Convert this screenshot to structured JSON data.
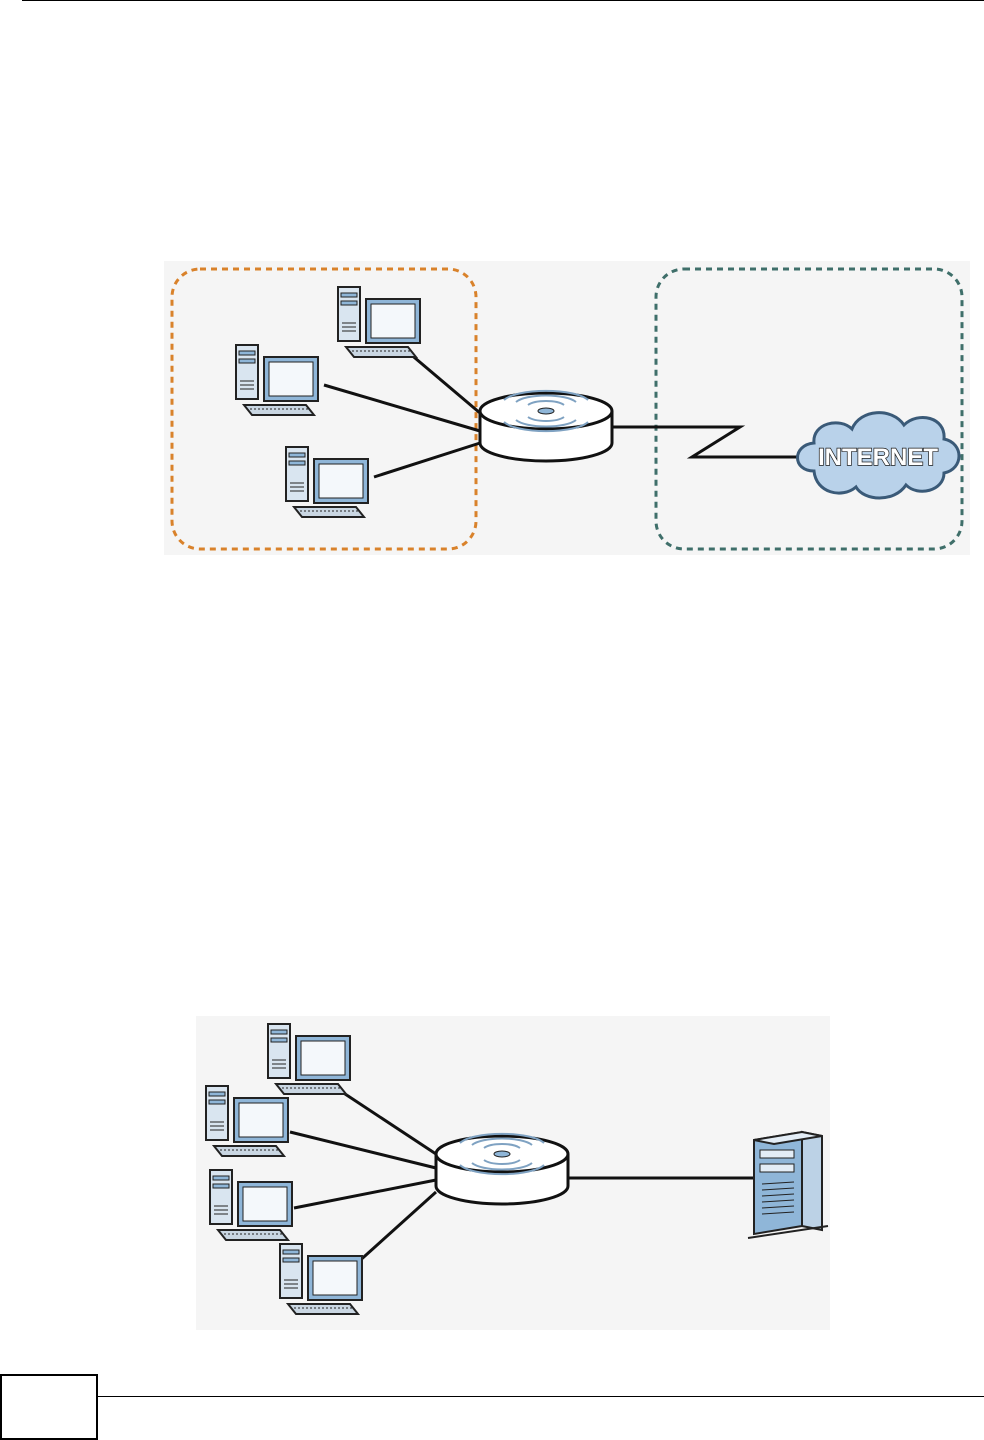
{
  "figures": [
    {
      "id": "lan-internet",
      "internet_label": "INTERNET",
      "colors": {
        "lan_border": "#d9822b",
        "wan_border": "#3f6f6a",
        "cloud_fill": "#b9d2ea",
        "device_accent": "#8fb6d8"
      },
      "icons": [
        "computer-icon",
        "computer-icon",
        "computer-icon",
        "router-icon",
        "internet-cloud-icon"
      ]
    },
    {
      "id": "lan-server",
      "icons": [
        "computer-icon",
        "computer-icon",
        "computer-icon",
        "computer-icon",
        "router-icon",
        "server-icon"
      ]
    }
  ],
  "footer": {
    "page_number": ""
  }
}
